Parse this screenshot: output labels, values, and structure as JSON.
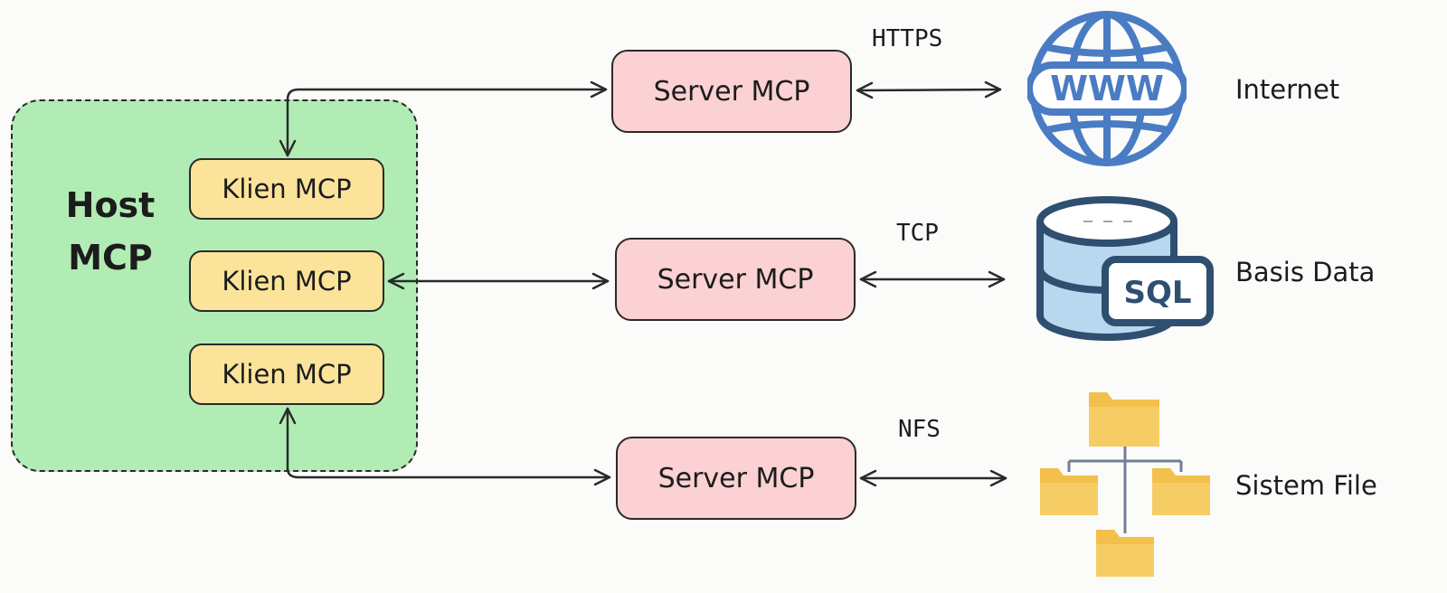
{
  "host": {
    "label": "Host\nMCP"
  },
  "clients": [
    {
      "label": "Klien MCP"
    },
    {
      "label": "Klien MCP"
    },
    {
      "label": "Klien MCP"
    }
  ],
  "servers": [
    {
      "label": "Server MCP",
      "protocol": "HTTPS",
      "resource": "Internet"
    },
    {
      "label": "Server MCP",
      "protocol": "TCP",
      "resource": "Basis Data"
    },
    {
      "label": "Server MCP",
      "protocol": "NFS",
      "resource": "Sistem File"
    }
  ],
  "icons": {
    "web": {
      "name": "globe-www-icon",
      "text": "WWW"
    },
    "db": {
      "name": "sql-database-icon",
      "text": "SQL"
    },
    "fs": {
      "name": "folder-tree-icon"
    }
  },
  "colors": {
    "host_fill": "#b2ecb5",
    "client_fill": "#fbe49a",
    "server_fill": "#fbd1d3",
    "globe_blue": "#4a7cc4",
    "db_navy": "#2f4f70",
    "folder_yellow": "#f3c04b"
  }
}
